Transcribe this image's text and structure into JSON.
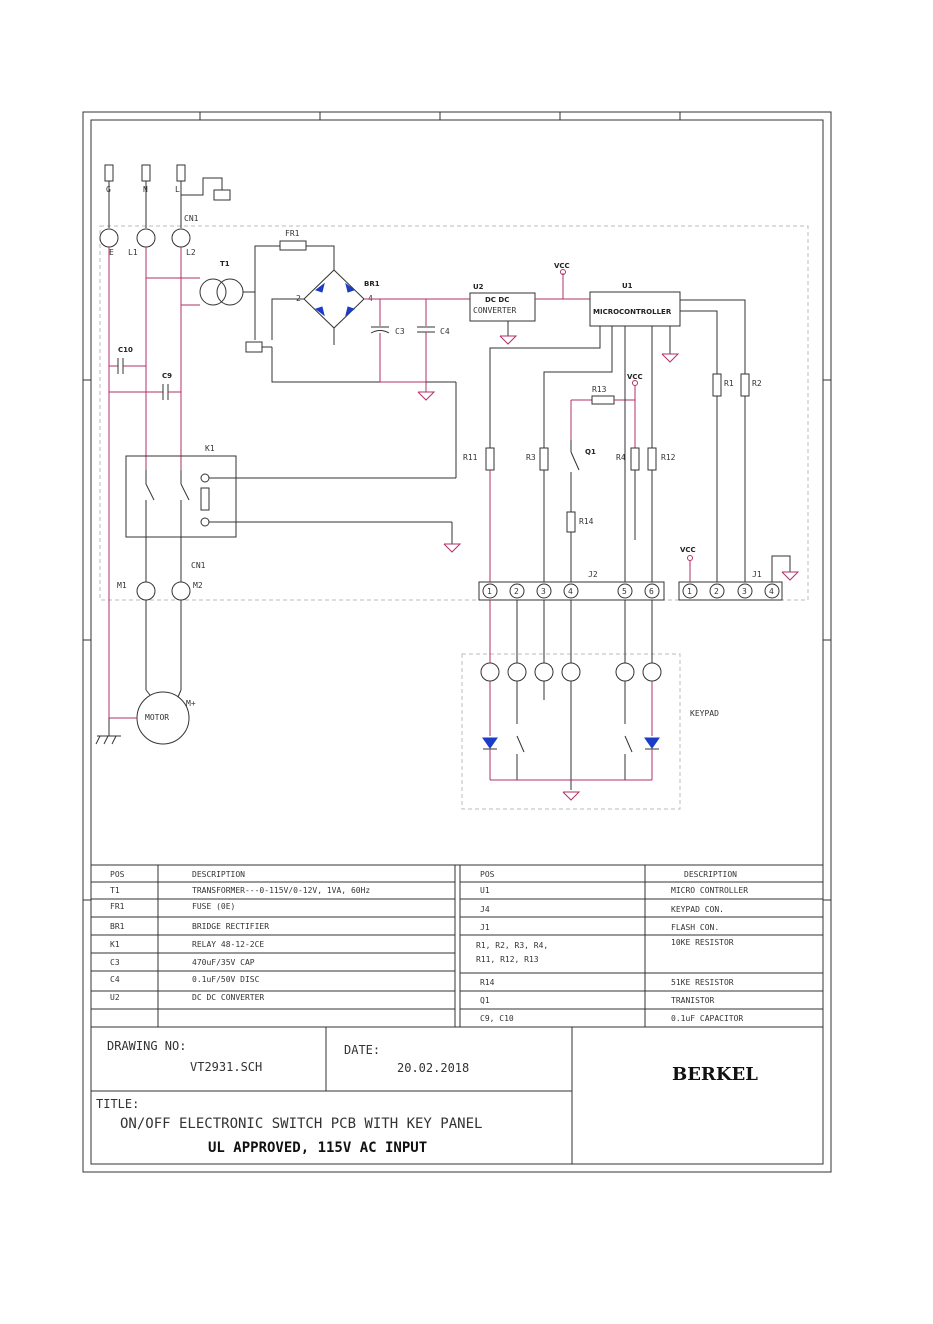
{
  "labels": {
    "g": "G",
    "n": "N",
    "l": "L",
    "cn1_top": "CN1",
    "e": "E",
    "l1": "L1",
    "l2": "L2",
    "fr1": "FR1",
    "t1": "T1",
    "br1": "BR1",
    "pin2": "2",
    "pin4": "4",
    "u2": "U2",
    "dcdc1": "DC DC",
    "dcdc2": "CONVERTER",
    "vcc": "VCC",
    "u1": "U1",
    "micro": "MICROCONTROLLER",
    "c3": "C3",
    "c4": "C4",
    "c10": "C10",
    "c9": "C9",
    "r13": "R13",
    "r1": "R1",
    "r2": "R2",
    "k1": "K1",
    "r11": "R11",
    "r3": "R3",
    "q1": "Q1",
    "r4": "R4",
    "r12": "R12",
    "r14": "R14",
    "cn1_bottom": "CN1",
    "m1": "M1",
    "m2": "M2",
    "j2": "J2",
    "j1": "J1",
    "motor": "MOTOR",
    "m_plus": "M+",
    "keypad": "KEYPAD",
    "j2_pins": [
      "1",
      "2",
      "3",
      "4",
      "5",
      "6"
    ],
    "j1_pins": [
      "1",
      "2",
      "3",
      "4"
    ]
  },
  "bom": {
    "headers": {
      "pos": "POS",
      "desc": "DESCRIPTION"
    },
    "left": [
      {
        "pos": "T1",
        "desc": "TRANSFORMER---0-115V/0-12V, 1VA, 60Hz"
      },
      {
        "pos": "FR1",
        "desc": "FUSE (0E)"
      },
      {
        "pos": "BR1",
        "desc": "BRIDGE RECTIFIER"
      },
      {
        "pos": "K1",
        "desc": "RELAY  48-12-2CE"
      },
      {
        "pos": "C3",
        "desc": "470uF/35V CAP"
      },
      {
        "pos": "C4",
        "desc": "0.1uF/50V DISC"
      },
      {
        "pos": "U2",
        "desc": "DC DC CONVERTER"
      }
    ],
    "right": [
      {
        "pos": "U1",
        "desc": "MICRO CONTROLLER"
      },
      {
        "pos": "J4",
        "desc": "KEYPAD CON."
      },
      {
        "pos": "J1",
        "desc": "FLASH CON."
      },
      {
        "pos": "R1, R2, R3, R4,",
        "pos2": "R11, R12, R13",
        "desc": "10KE RESISTOR"
      },
      {
        "pos": "R14",
        "desc": "51KE RESISTOR"
      },
      {
        "pos": "Q1",
        "desc": "TRANISTOR"
      },
      {
        "pos": "C9, C10",
        "desc": "0.1uF CAPACITOR"
      }
    ]
  },
  "title_block": {
    "drawing_no_label": "DRAWING NO:",
    "drawing_no": "VT2931.SCH",
    "date_label": "DATE:",
    "date": "20.02.2018",
    "company": "BERKEL",
    "title_label": "TITLE:",
    "title_line1": "ON/OFF ELECTRONIC SWITCH PCB WITH KEY PANEL",
    "title_line2": "UL APPROVED, 115V AC INPUT"
  },
  "colors": {
    "wire": "#b0306a",
    "line": "#333333"
  }
}
